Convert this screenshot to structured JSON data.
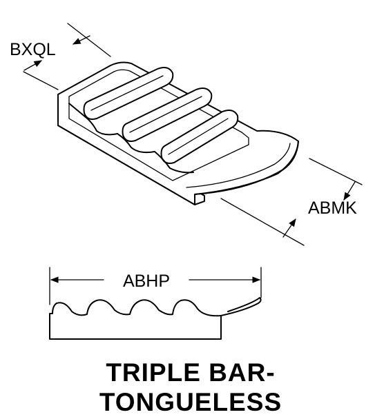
{
  "dimensions": {
    "width_dim": "BXQL",
    "thickness_dim": "ABMK",
    "length_dim": "ABHP"
  },
  "caption": {
    "line1": "TRIPLE BAR-",
    "line2": "TONGUELESS"
  }
}
